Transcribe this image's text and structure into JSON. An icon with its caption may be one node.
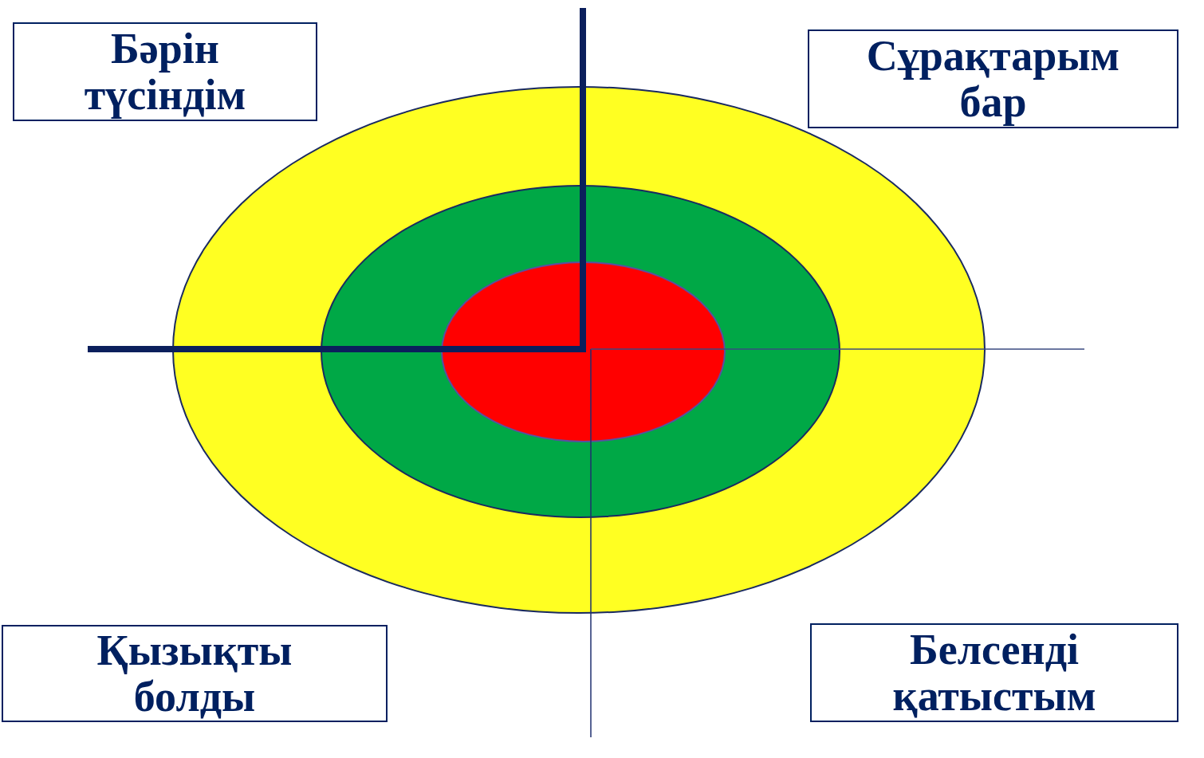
{
  "diagram": {
    "nodes": [
      {
        "text": [
          "Бәрін түсіндім"
        ]
      },
      {
        "text": [
          "Сұрақтарым бар"
        ]
      },
      {
        "text": [],
        "shape": "ellipse"
      },
      {
        "text": [],
        "shape": "ellipse",
        "in": 2
      },
      {
        "text": [],
        "shape": "ellipse",
        "in": 3
      },
      {
        "text": [
          "Қызықты болды"
        ]
      },
      {
        "text": [
          "Белсенді қатыстым"
        ]
      }
    ]
  }
}
